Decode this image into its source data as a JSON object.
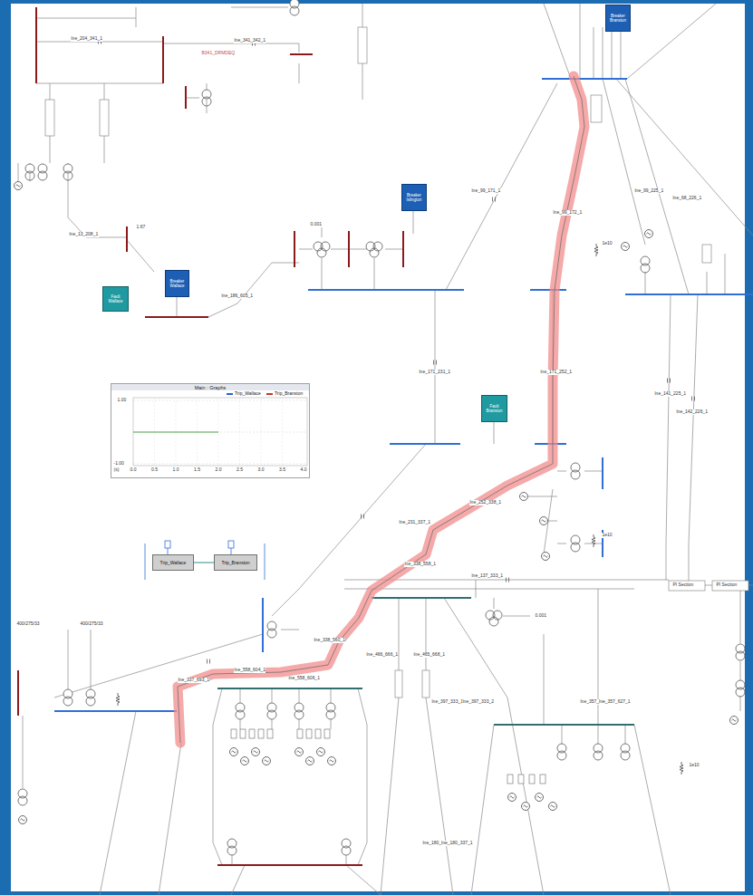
{
  "diagram": {
    "nodes": [
      {
        "text": [
          "Main : Graphs"
        ]
      },
      {
        "text": [
          "Trip_Wallace"
        ]
      },
      {
        "text": [
          "Trip_Branston"
        ]
      },
      {
        "text": [
          "Breaker",
          "Branston"
        ]
      },
      {
        "text": [
          "Breaker",
          "Islington"
        ]
      },
      {
        "text": [
          "Breaker",
          "Wallace"
        ]
      },
      {
        "text": [
          "Fault",
          "Wallace"
        ]
      },
      {
        "text": [
          "Fault",
          "Branston"
        ]
      }
    ],
    "edges": [
      {
        "from": 1,
        "to": 2,
        "arrow": "none"
      }
    ],
    "labels": [
      "lne_204_341_1",
      "lne_341_342_1",
      "B341_DRMDEQ",
      "lne_13_208_1",
      "1.67",
      "lne_186_605_1",
      "0.001",
      "lne_99_171_1",
      "lne_99_172_1",
      "lne_99_225_1",
      "lne_68_226_1",
      "1e10",
      "lne_171_231_1",
      "lne_171_252_1",
      "lne_141_225_1",
      "lne_142_226_1",
      "lne_252_338_1",
      "lne_231_337_1",
      "1e10",
      "lne_338_558_1",
      "lne_137_333_1",
      "PI Section",
      "PI Section",
      "0.001",
      "400/275/33",
      "400/275/33",
      "lne_338_560_1",
      "lne_466_666_1",
      "lne_465_668_1",
      "lne_337_693_1",
      "lne_558_604_1",
      "lne_558_606_1",
      "lne_397_333_1",
      "lne_397_333_2",
      "lne_357_lne_357_627_1",
      "1e10",
      "lne_180_lne_180_337_1",
      "1.00",
      "-1.00",
      "0.0",
      "0.5",
      "1.0",
      "1.5",
      "2.0",
      "2.5",
      "3.0",
      "3.5",
      "4.0",
      "(s)"
    ],
    "legend": [
      {
        "text": "Trip_Wallace",
        "color": "#2f5fd0"
      },
      {
        "text": "Trip_Branston",
        "color": "#c0392b"
      }
    ]
  }
}
